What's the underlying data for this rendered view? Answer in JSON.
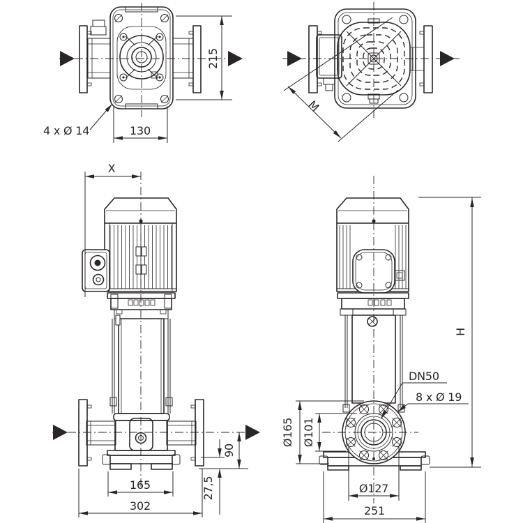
{
  "drawing": {
    "type": "pump_dimensional_drawing",
    "line_color": "#2a2627",
    "background": "#ffffff",
    "views": {
      "pump_top": {
        "name": "top view with suction/discharge flanges",
        "dim_height": "215",
        "dim_width": "130",
        "hole_callout": "4 x Ø 14"
      },
      "motor_top": {
        "name": "top view over motor fan cover",
        "dim_diagonal": "M"
      },
      "front": {
        "name": "front elevation of vertical multistage pump",
        "dim_x": "X",
        "dim_port_height": "90",
        "dim_foot": "27,5",
        "dim_base": "165",
        "dim_span": "302"
      },
      "side": {
        "name": "side elevation with flange face",
        "dim_height": "H",
        "port_callout": "DN50",
        "hole_callout": "8 x Ø 19",
        "dim_flange_od": "Ø165",
        "dim_face": "Ø101",
        "dim_bolt_circle": "Ø127",
        "dim_base": "251"
      }
    }
  }
}
